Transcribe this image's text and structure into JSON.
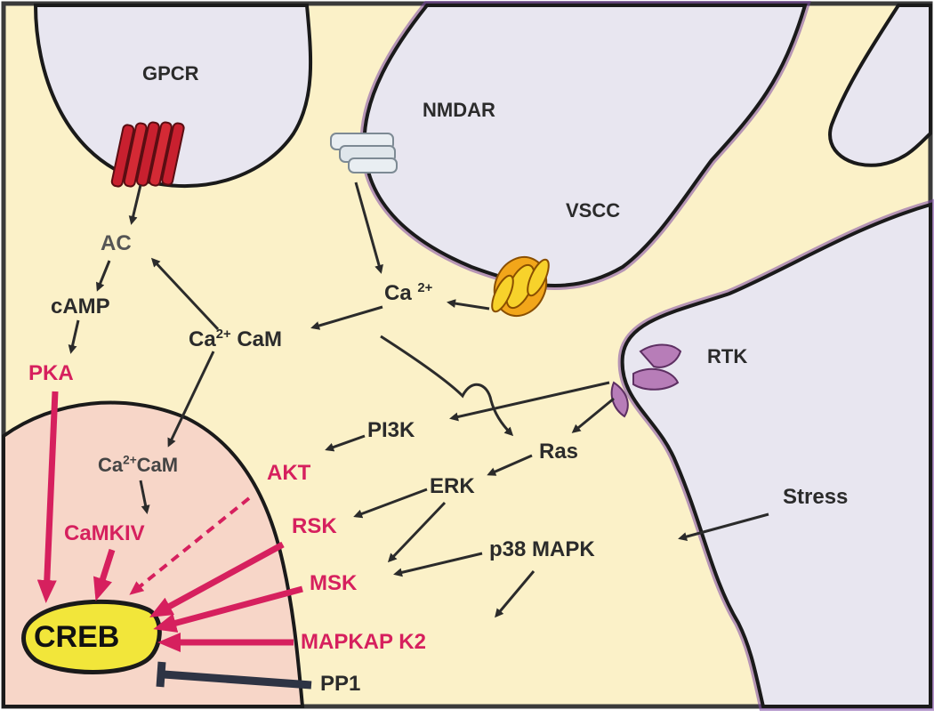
{
  "colors": {
    "cytoplasm": "#fbf1c8",
    "cell_membrane_fill": "#e8e6f0",
    "membrane_line": "#1a1a1a",
    "membrane_glow": "#7e4aa6",
    "nucleus": "#f7d6c8",
    "kinase_red": "#d6205e",
    "text_dark": "#2b2b2b",
    "creb_yellow": "#f2e63a"
  },
  "labels": {
    "gpcr": "GPCR",
    "nmdar": "NMDAR",
    "vscc": "VSCC",
    "rtk": "RTK",
    "ac": "AC",
    "camp": "cAMP",
    "pka": "PKA",
    "ca": "Ca",
    "ca_charge": "2+",
    "ca_cam_a": "Ca",
    "ca_cam_a_sup": "2+",
    "ca_cam_a_rest": " CaM",
    "ca_cam_b": "Ca",
    "ca_cam_b_sup": "2+",
    "ca_cam_b_rest": "CaM",
    "camkiv": "CaMKIV",
    "pi3k": "PI3K",
    "akt": "AKT",
    "ras": "Ras",
    "erk": "ERK",
    "rsk": "RSK",
    "msk": "MSK",
    "p38": "p38 MAPK",
    "mapkapk2": "MAPKAP K2",
    "pp1": "PP1",
    "stress": "Stress",
    "creb": "CREB"
  }
}
